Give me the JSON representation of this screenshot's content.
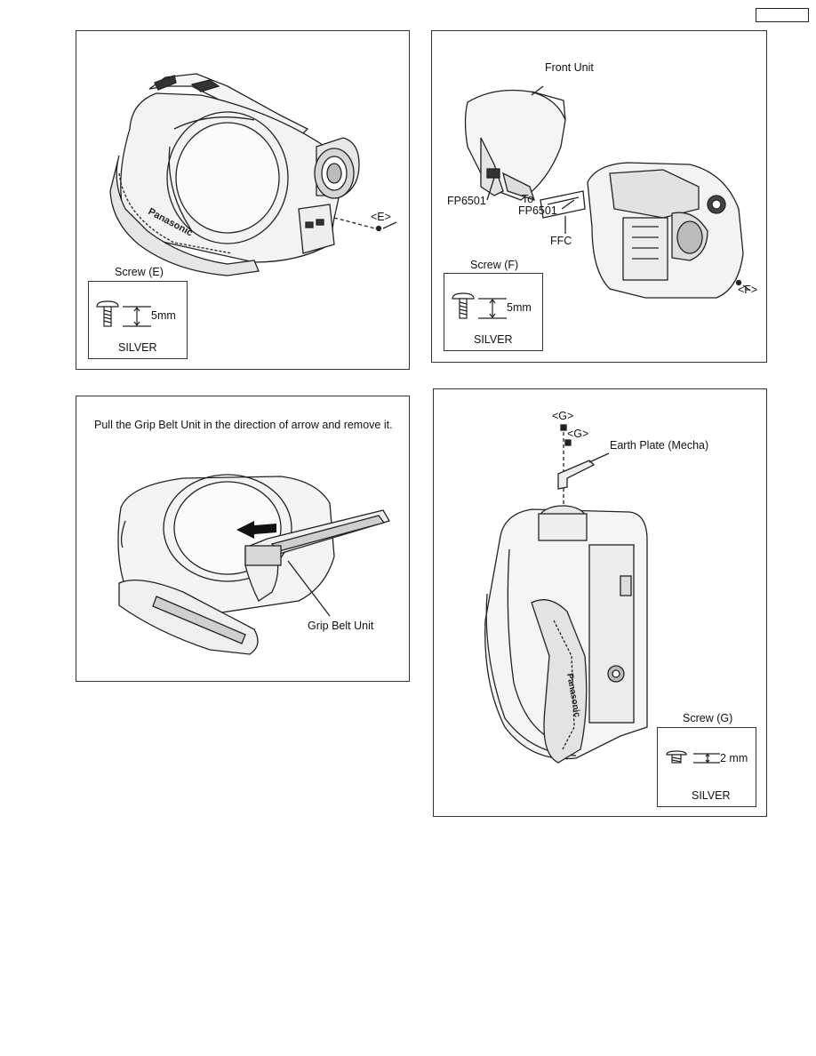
{
  "panels": {
    "screw_e": {
      "callout": "<E>",
      "screw_title": "Screw (E)",
      "screw_length": "5mm",
      "screw_color": "SILVER"
    },
    "front_unit": {
      "front_unit_label": "Front Unit",
      "fp6501_label": "FP6501",
      "to_label": "To",
      "to_fp6501_label": "FP6501",
      "ffc_label": "FFC",
      "callout": "<F>",
      "screw_title": "Screw (F)",
      "screw_length": "5mm",
      "screw_color": "SILVER"
    },
    "grip_belt": {
      "instruction": "Pull the Grip Belt Unit in the direction of arrow and remove it.",
      "grip_belt_label": "Grip Belt Unit"
    },
    "earth_plate": {
      "callout_g1": "<G>",
      "callout_g2": "<G>",
      "earth_plate_label": "Earth Plate (Mecha)",
      "screw_title": "Screw (G)",
      "screw_length": "2 mm",
      "screw_color": "SILVER"
    }
  },
  "brand_text": "Panasonic"
}
